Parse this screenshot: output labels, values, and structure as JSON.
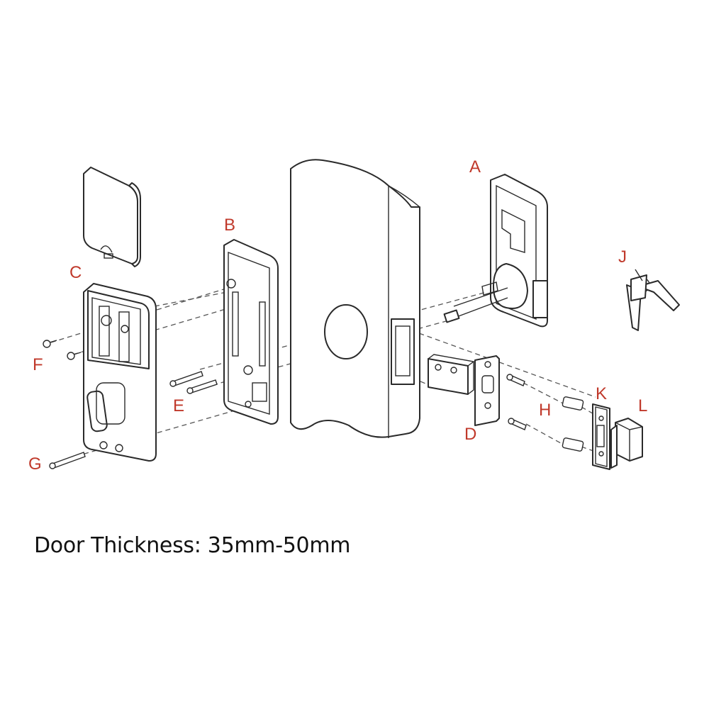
{
  "labels": {
    "a": "A",
    "b": "B",
    "c": "C",
    "d": "D",
    "e": "E",
    "f": "F",
    "g": "G",
    "h": "H",
    "j": "J",
    "k": "K",
    "l": "L"
  },
  "caption": "Door Thickness: 35mm-50mm",
  "colors": {
    "label": "#c0392b",
    "line": "#2a2a2a",
    "caption": "#111111"
  }
}
